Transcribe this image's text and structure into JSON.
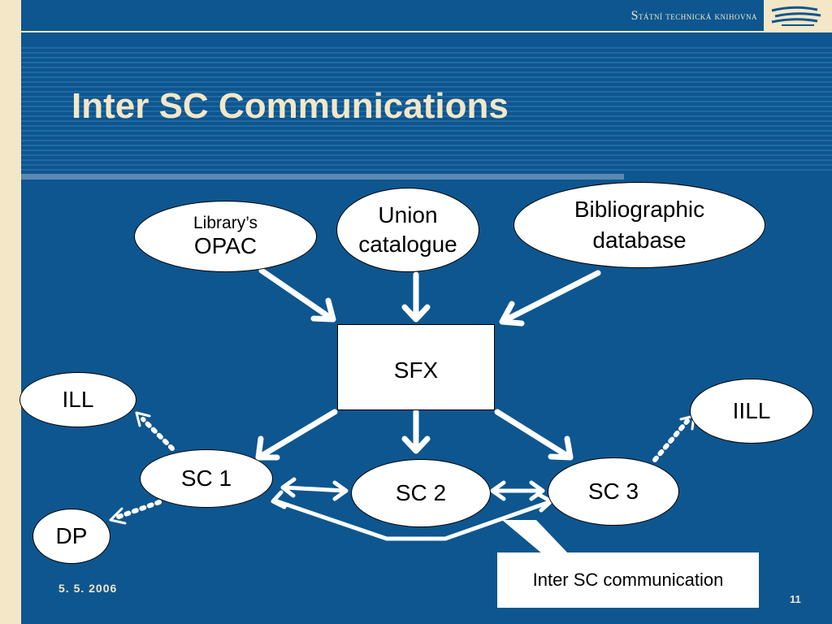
{
  "header": {
    "org_name_initial": "S",
    "org_name_rest": "tátní technická knihovna"
  },
  "slide": {
    "title": "Inter SC Communications",
    "date": "5. 5. 2006",
    "page_number": "11"
  },
  "diagram": {
    "sources": {
      "opac_line1": "Library’s",
      "opac_line2": "OPAC",
      "union_line1": "Union",
      "union_line2": "catalogue",
      "biblio_line1": "Bibliographic",
      "biblio_line2": "database"
    },
    "hub": "SFX",
    "services": {
      "sc1": "SC 1",
      "sc2": "SC 2",
      "sc3": "SC 3"
    },
    "targets": {
      "ill": "ILL",
      "dp": "DP",
      "iill": "IILL"
    },
    "callout": "Inter SC communication"
  },
  "colors": {
    "background": "#0e568f",
    "accent": "#f3e7c7",
    "node_fill": "#ffffff"
  },
  "icons": {
    "logo": "stk-logo-icon"
  }
}
